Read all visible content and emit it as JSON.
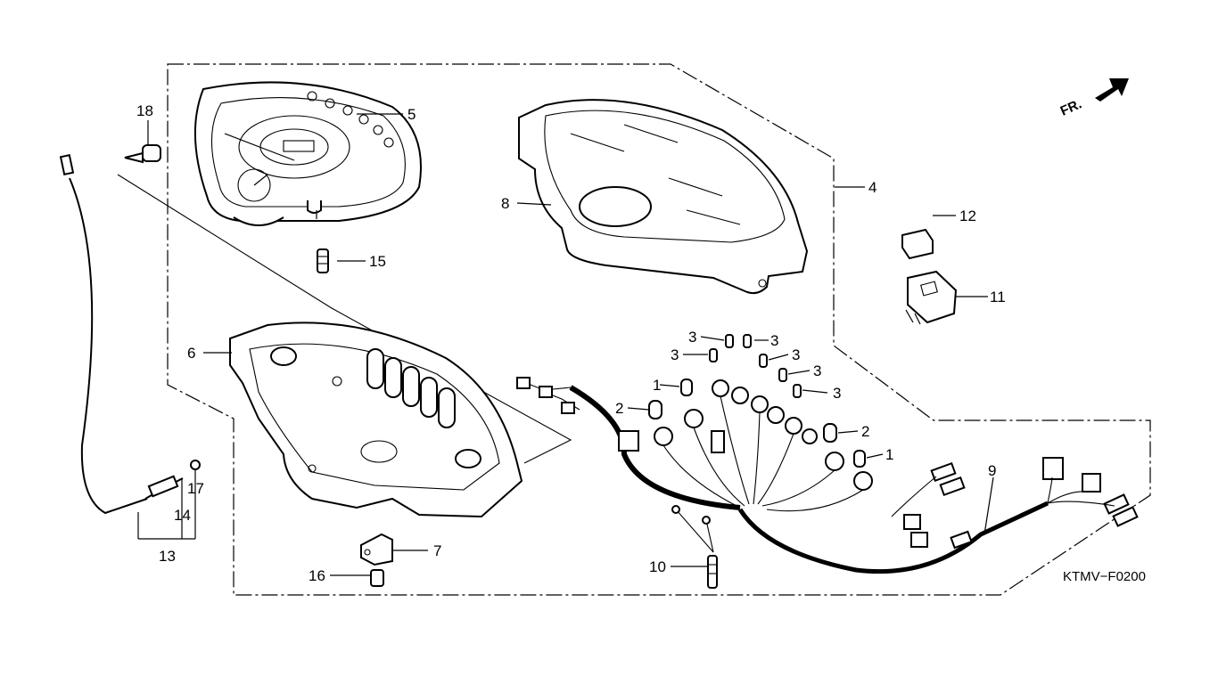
{
  "diagram": {
    "drawing_code": "KTMV−F0200",
    "direction_label": "FR.",
    "parts": [
      {
        "id": "1a",
        "number": "1"
      },
      {
        "id": "1b",
        "number": "1"
      },
      {
        "id": "2a",
        "number": "2"
      },
      {
        "id": "2b",
        "number": "2"
      },
      {
        "id": "3a",
        "number": "3"
      },
      {
        "id": "3b",
        "number": "3"
      },
      {
        "id": "3c",
        "number": "3"
      },
      {
        "id": "3d",
        "number": "3"
      },
      {
        "id": "3e",
        "number": "3"
      },
      {
        "id": "3f",
        "number": "3"
      },
      {
        "id": "4",
        "number": "4"
      },
      {
        "id": "5",
        "number": "5"
      },
      {
        "id": "6",
        "number": "6"
      },
      {
        "id": "7",
        "number": "7"
      },
      {
        "id": "8",
        "number": "8"
      },
      {
        "id": "9",
        "number": "9"
      },
      {
        "id": "10",
        "number": "10"
      },
      {
        "id": "11",
        "number": "11"
      },
      {
        "id": "12",
        "number": "12"
      },
      {
        "id": "13",
        "number": "13"
      },
      {
        "id": "14",
        "number": "14"
      },
      {
        "id": "15",
        "number": "15"
      },
      {
        "id": "16",
        "number": "16"
      },
      {
        "id": "17",
        "number": "17"
      },
      {
        "id": "18",
        "number": "18"
      }
    ]
  }
}
